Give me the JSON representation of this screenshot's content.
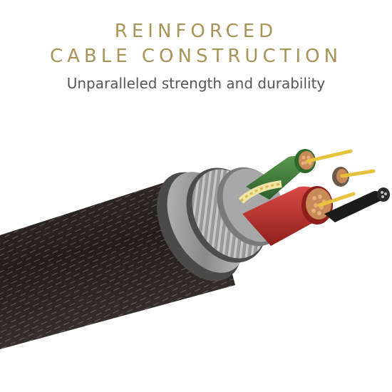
{
  "headline": {
    "line1": "REINFORCED",
    "line2": "CABLE CONSTRUCTION"
  },
  "subheadline": "Unparalleled strength and durability",
  "image": {
    "subject": "cable-cross-section",
    "colors": {
      "headline": "#a99458",
      "jacket": "#2d2424",
      "wire_green": "#3f7a3a",
      "wire_red": "#b3302d",
      "copper": "#c98a5a",
      "gold_conductor": "#e7c23d"
    }
  }
}
